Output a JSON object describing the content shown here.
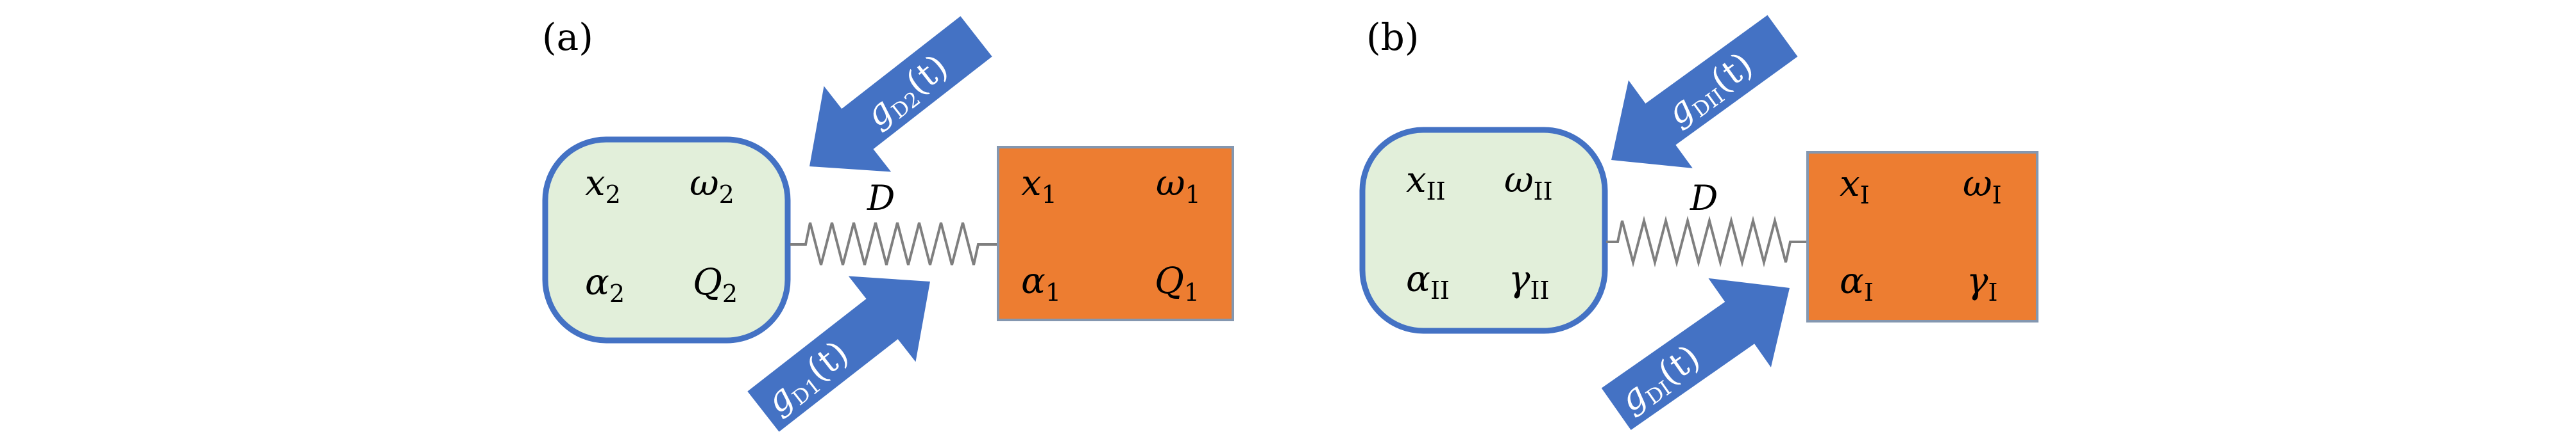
{
  "colors": {
    "arrow": "#4472C4",
    "oscillator_fill": "#E2EFDA",
    "oscillator_border": "#4472C4",
    "mass_fill": "#ED7D31",
    "mass_border": "#8497B0",
    "spring": "#7F7F7F"
  },
  "panels": [
    {
      "label": "(a)",
      "left_block": {
        "shape": "rounded-rectangle",
        "vars": [
          {
            "sym": "x",
            "sub": "2"
          },
          {
            "sym": "ω",
            "sub": "2"
          },
          {
            "sym": "α",
            "sub": "2"
          },
          {
            "sym": "Q",
            "sub": "2"
          }
        ]
      },
      "right_block": {
        "shape": "rectangle",
        "vars": [
          {
            "sym": "x",
            "sub": "1"
          },
          {
            "sym": "ω",
            "sub": "1"
          },
          {
            "sym": "α",
            "sub": "1"
          },
          {
            "sym": "Q",
            "sub": "1"
          }
        ]
      },
      "coupling_label": "D",
      "arrow_top": {
        "g": "g",
        "sub": "D2",
        "arg": "(t)"
      },
      "arrow_bottom": {
        "g": "g",
        "sub": "D1",
        "arg": "(t)"
      }
    },
    {
      "label": "(b)",
      "left_block": {
        "shape": "rounded-rectangle",
        "vars": [
          {
            "sym": "x",
            "sub": "II"
          },
          {
            "sym": "ω",
            "sub": "II"
          },
          {
            "sym": "α",
            "sub": "II"
          },
          {
            "sym": "γ",
            "sub": "II"
          }
        ]
      },
      "right_block": {
        "shape": "rectangle",
        "vars": [
          {
            "sym": "x",
            "sub": "I"
          },
          {
            "sym": "ω",
            "sub": "I"
          },
          {
            "sym": "α",
            "sub": "I"
          },
          {
            "sym": "γ",
            "sub": "I"
          }
        ]
      },
      "coupling_label": "D",
      "arrow_top": {
        "g": "g",
        "sub": "DII",
        "arg": "(t)"
      },
      "arrow_bottom": {
        "g": "g",
        "sub": "DI",
        "arg": "(t)"
      }
    }
  ]
}
